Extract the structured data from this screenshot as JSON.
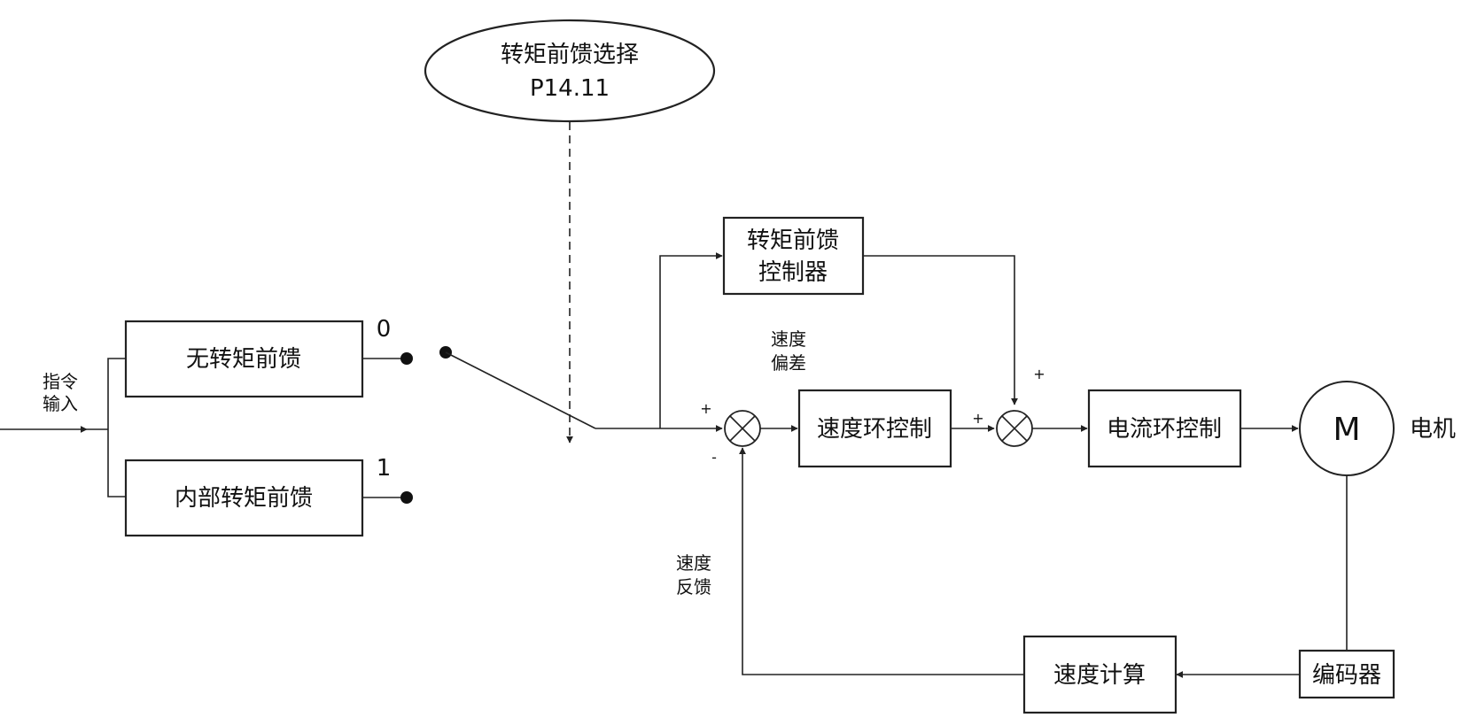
{
  "selector": {
    "line1": "转矩前馈选择",
    "line2": "P14.11"
  },
  "input": {
    "line1": "指令",
    "line2": "输入"
  },
  "options": [
    {
      "label": "无转矩前馈",
      "index": "0"
    },
    {
      "label": "内部转矩前馈",
      "index": "1"
    }
  ],
  "feedforward_controller": {
    "line1": "转矩前馈",
    "line2": "控制器"
  },
  "speed_error": {
    "line1": "速度",
    "line2": "偏差"
  },
  "speed_feedback": {
    "line1": "速度",
    "line2": "反馈"
  },
  "blocks": {
    "speed_loop": "速度环控制",
    "current_loop": "电流环控制",
    "speed_calc": "速度计算",
    "encoder": "编码器"
  },
  "motor": {
    "symbol": "M",
    "label": "电机"
  },
  "signs": {
    "sum1_plus": "+",
    "sum1_minus": "-",
    "sum2_plus_left": "+",
    "sum2_plus_top": "+"
  }
}
